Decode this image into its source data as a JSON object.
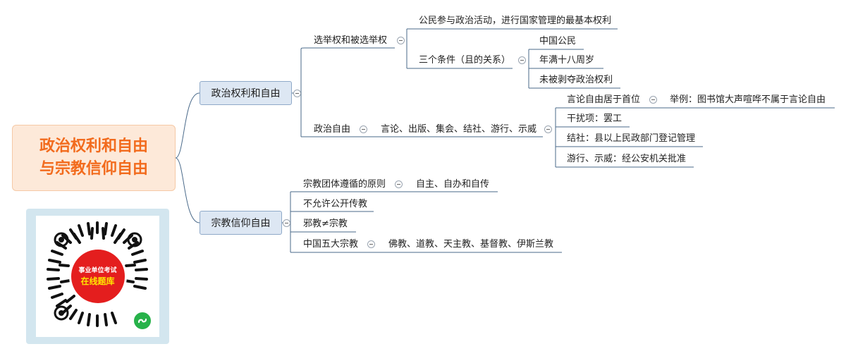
{
  "root": {
    "line1": "政治权利和自由",
    "line2": "与宗教信仰自由"
  },
  "branches": {
    "political": {
      "label": "政治权利和自由",
      "election": {
        "label": "选举权和被选举权",
        "definition": "公民参与政治活动，进行国家管理的最基本权利",
        "conditions": {
          "label": "三个条件（且的关系）",
          "items": [
            "中国公民",
            "年满十八周岁",
            "未被剥夺政治权利"
          ]
        }
      },
      "freedom": {
        "label": "政治自由",
        "scope": "言论、出版、集会、结社、游行、示威",
        "items": {
          "speech": "言论自由居于首位",
          "speech_example": "举例：图书馆大声喧哗不属于言论自由",
          "interference": "干扰项：罢工",
          "association": "结社：县以上民政部门登记管理",
          "march": "游行、示威：经公安机关批准"
        }
      }
    },
    "religion": {
      "label": "宗教信仰自由",
      "principle": "宗教团体遵循的原则",
      "principle_value": "自主、自办和自传",
      "no_preaching": "不允许公开传教",
      "cult": "邪教≠宗教",
      "five": "中国五大宗教",
      "five_value": "佛教、道教、天主教、基督教、伊斯兰教"
    }
  },
  "qr": {
    "line1": "事业单位考试",
    "line2": "在线题库"
  },
  "colors": {
    "line": "#4a6a8a",
    "root_text": "#f26b1d",
    "root_bg": "#fde9d9",
    "main_bg": "#dde7f3",
    "qr_red": "#e41e1e"
  }
}
